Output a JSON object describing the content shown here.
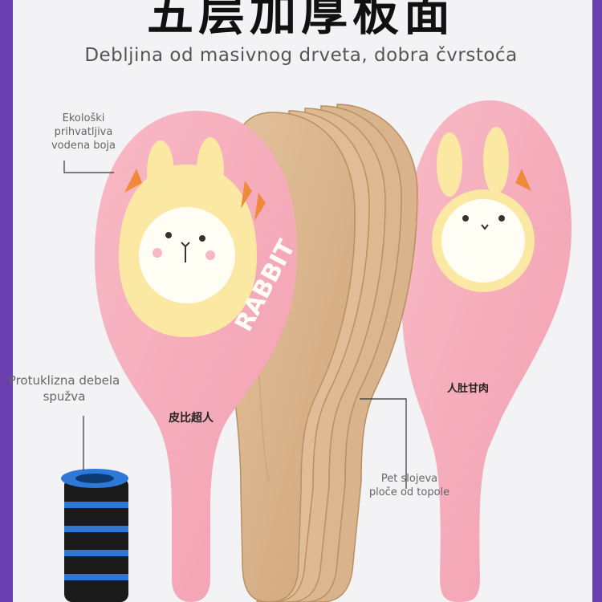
{
  "header": {
    "title": "五层加厚板面",
    "subtitle": "Debljina od masivnog drveta, dobra čvrstoća"
  },
  "callouts": {
    "paint": [
      "Ekološki",
      "prihvatljiva",
      "vodena boja"
    ],
    "sponge": [
      "Protuklizna debela",
      "spužva"
    ],
    "layers": [
      "Pet slojeva",
      "ploče od topole"
    ]
  },
  "paddle": {
    "print_text": "RABBIT",
    "brand_left": "皮比超人",
    "brand_right": "人肚甘肉"
  },
  "colors": {
    "background": "#f3f3f5",
    "accent_purple": "#6a3fb0",
    "paddle_pink": "#f5a9b8",
    "wood": "#d7b48f",
    "grip_blue": "#2e78d8"
  },
  "icons": [
    "rabbit-icon",
    "carrot-icon",
    "sponge-grip-icon"
  ]
}
